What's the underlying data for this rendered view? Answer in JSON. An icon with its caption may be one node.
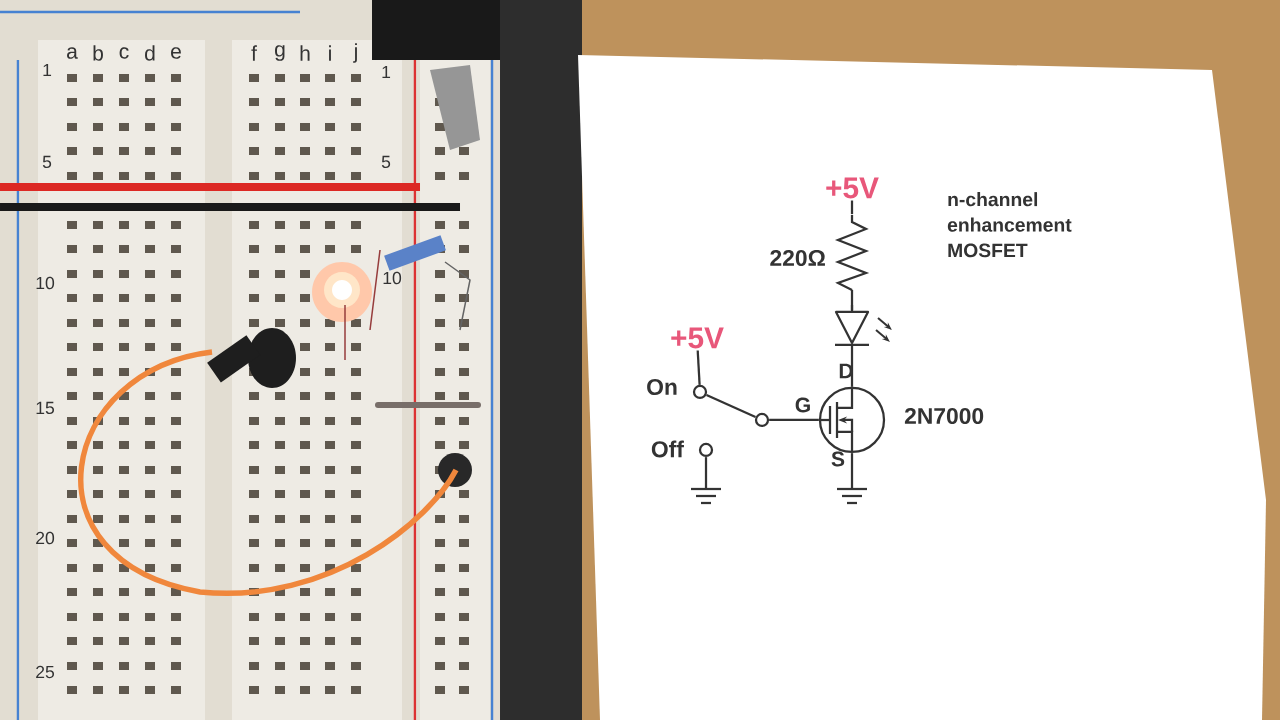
{
  "diagram": {
    "nodes": [
      {
        "text": [
          "+5V"
        ]
      },
      {
        "text": [],
        "shape": "resistor",
        "beside": [
          "220Ω"
        ]
      },
      {
        "text": [],
        "shape": "diode"
      },
      {
        "text": [],
        "shape": "transistor",
        "beside": [
          "2N7000"
        ]
      },
      {
        "text": [
          "+5V"
        ]
      },
      {
        "text": [],
        "shape": "circle",
        "beside": [
          "On"
        ]
      },
      {
        "text": [],
        "shape": "circle",
        "beside": [
          "Off"
        ]
      },
      {
        "text": [],
        "shape": "circle"
      },
      {
        "text": [],
        "shape": "ground"
      },
      {
        "text": [],
        "shape": "ground"
      }
    ],
    "edges": [
      {
        "from": 0,
        "to": 1,
        "arrow": "none"
      },
      {
        "from": 1,
        "to": 2,
        "arrow": "none"
      },
      {
        "from": 2,
        "to": 3,
        "arrow": "none"
      },
      {
        "from": 3,
        "to": 9,
        "arrow": "none"
      },
      {
        "from": 4,
        "to": 5,
        "arrow": "none"
      },
      {
        "from": 5,
        "to": 7,
        "arrow": "none"
      },
      {
        "from": 7,
        "to": 3,
        "arrow": "none"
      },
      {
        "from": 6,
        "to": 8,
        "arrow": "none"
      }
    ],
    "labels": [
      "a",
      "b",
      "c",
      "d",
      "e",
      "f",
      "g",
      "h",
      "i",
      "j",
      "1",
      "1",
      "5",
      "5",
      "10",
      "10",
      "15",
      "20",
      "25",
      "D",
      "G",
      "S",
      "n-channel enhancement MOSFET"
    ]
  }
}
